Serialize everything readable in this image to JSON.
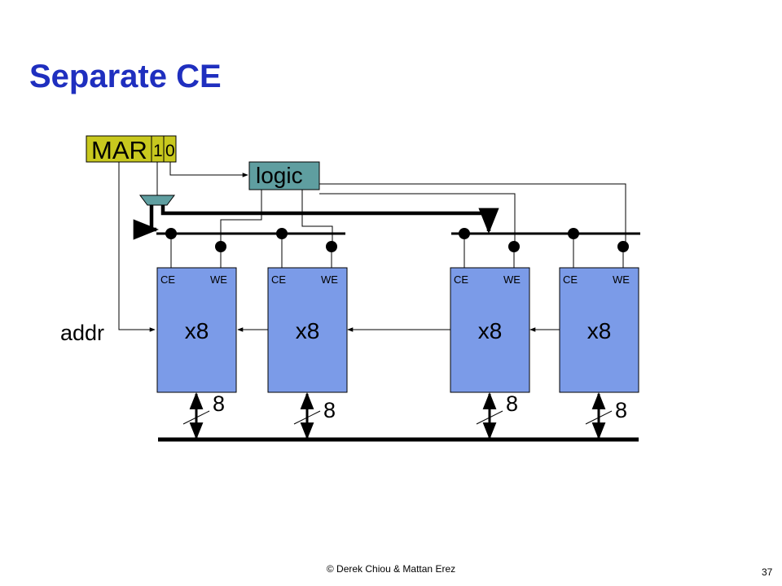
{
  "slide": {
    "title": "Separate CE",
    "footer": "© Derek Chiou & Mattan Erez",
    "page_number": "37"
  },
  "mar": {
    "label": "MAR",
    "bit1": "1",
    "bit0": "0"
  },
  "logic": {
    "label": "logic"
  },
  "addr_label": "addr",
  "chips": [
    {
      "label": "x8",
      "ce": "CE",
      "we": "WE",
      "width": "8"
    },
    {
      "label": "x8",
      "ce": "CE",
      "we": "WE",
      "width": "8"
    },
    {
      "label": "x8",
      "ce": "CE",
      "we": "WE",
      "width": "8"
    },
    {
      "label": "x8",
      "ce": "CE",
      "we": "WE",
      "width": "8"
    }
  ],
  "colors": {
    "title": "#1f2fbf",
    "mar_fill": "#c8c81e",
    "logic_fill": "#5f9ea0",
    "chip_fill": "#7b9be8",
    "line": "#000000"
  }
}
